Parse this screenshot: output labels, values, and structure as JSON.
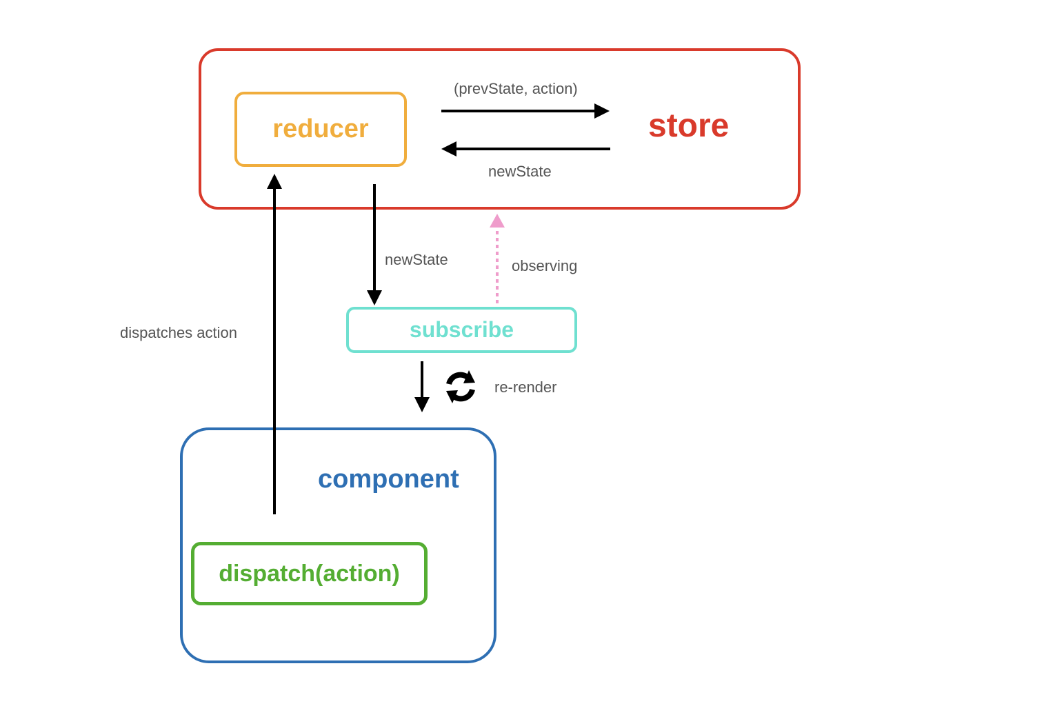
{
  "nodes": {
    "store": {
      "label": "store",
      "color": "#d93a2b"
    },
    "reducer": {
      "label": "reducer",
      "color": "#f0ad3d"
    },
    "subscribe": {
      "label": "subscribe",
      "color": "#6fe0d0"
    },
    "component": {
      "label": "component",
      "color": "#2e6fb3"
    },
    "dispatch": {
      "label": "dispatch(action)",
      "color": "#54ad32"
    }
  },
  "edges": {
    "reducer_to_store": {
      "label": "(prevState, action)"
    },
    "store_to_reducer": {
      "label": "newState"
    },
    "reducer_to_subscribe": {
      "label": "newState"
    },
    "subscribe_observes_store": {
      "label": "observing",
      "color": "#ef9ccb",
      "style": "dotted"
    },
    "subscribe_to_component": {
      "label": "re-render",
      "icon": "refresh-icon"
    },
    "dispatch_to_reducer": {
      "label": "dispatches action"
    }
  }
}
